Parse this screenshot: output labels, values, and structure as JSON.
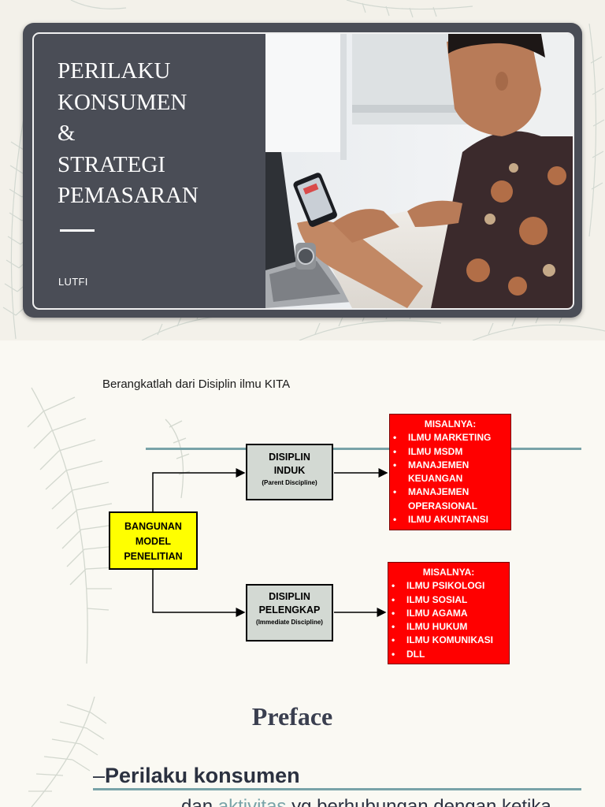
{
  "slide1": {
    "title_lines": [
      "PERILAKU",
      "KONSUMEN",
      "&",
      "STRATEGI",
      "PEMASARAN"
    ],
    "author": "LUTFI",
    "photo": "man-with-phone-and-laptop"
  },
  "slide2": {
    "intro": "Berangkatlah dari Disiplin ilmu KITA",
    "center_box": [
      "BANGUNAN",
      "MODEL",
      "PENELITIAN"
    ],
    "parent_box": {
      "lines": [
        "DISIPLIN",
        "INDUK"
      ],
      "sub": "(Parent Discipline)"
    },
    "complement_box": {
      "lines": [
        "DISIPLIN",
        "PELENGKAP"
      ],
      "sub": "(Immediate Discipline)"
    },
    "parent_examples": {
      "heading": "MISALNYA:",
      "items": [
        "ILMU MARKETING",
        "ILMU MSDM",
        "MANAJEMEN KEUANGAN",
        "MANAJEMEN OPERASIONAL",
        "ILMU AKUNTANSI"
      ]
    },
    "complement_examples": {
      "heading": "MISALNYA:",
      "items": [
        "ILMU PSIKOLOGI",
        "ILMU SOSIAL",
        "ILMU AGAMA",
        "ILMU HUKUM",
        "ILMU KOMUNIKASI",
        "DLL"
      ]
    },
    "colors": {
      "center": "#ffff00",
      "discipline": "#d3d9d3",
      "examples": "#ff0000",
      "accent_line": "#79a3a8"
    }
  },
  "slide3": {
    "title": "Preface",
    "bullet_dash": "–",
    "bullet_label": "Perilaku konsumen",
    "cut_text": {
      "pre": "dan ",
      "highlight": "aktivitas",
      "post": " yg berhubungan dengan ketika"
    }
  }
}
